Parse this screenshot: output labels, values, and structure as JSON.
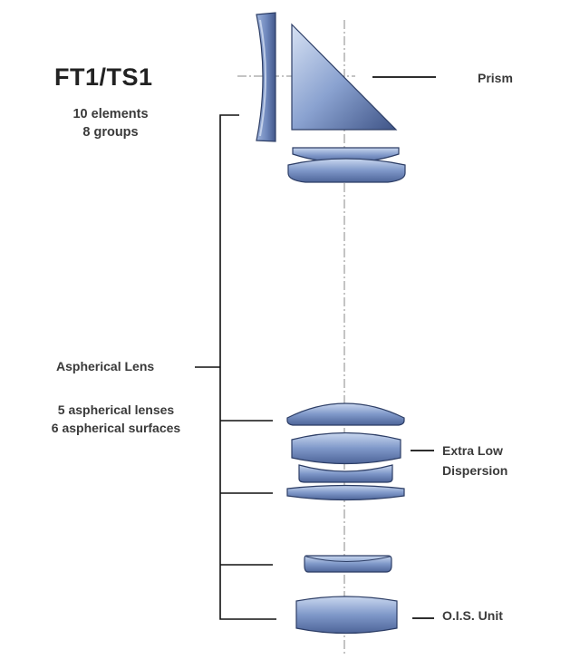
{
  "title": "FT1/TS1",
  "elements_line1": "10 elements",
  "elements_line2": "8 groups",
  "labels": {
    "prism": "Prism",
    "aspherical": "Aspherical Lens",
    "aspherical_desc_1": "5 aspherical lenses",
    "aspherical_desc_2": "6 aspherical surfaces",
    "ed_1": "Extra Low",
    "ed_2": "Dispersion",
    "ois": "O.I.S. Unit"
  },
  "colors": {
    "lens_light": "#c3d2ec",
    "lens_mid": "#7f98c9",
    "lens_dark": "#4c6396",
    "outline": "#2d3e66",
    "line": "#111111",
    "axis": "#8a8a8a"
  }
}
